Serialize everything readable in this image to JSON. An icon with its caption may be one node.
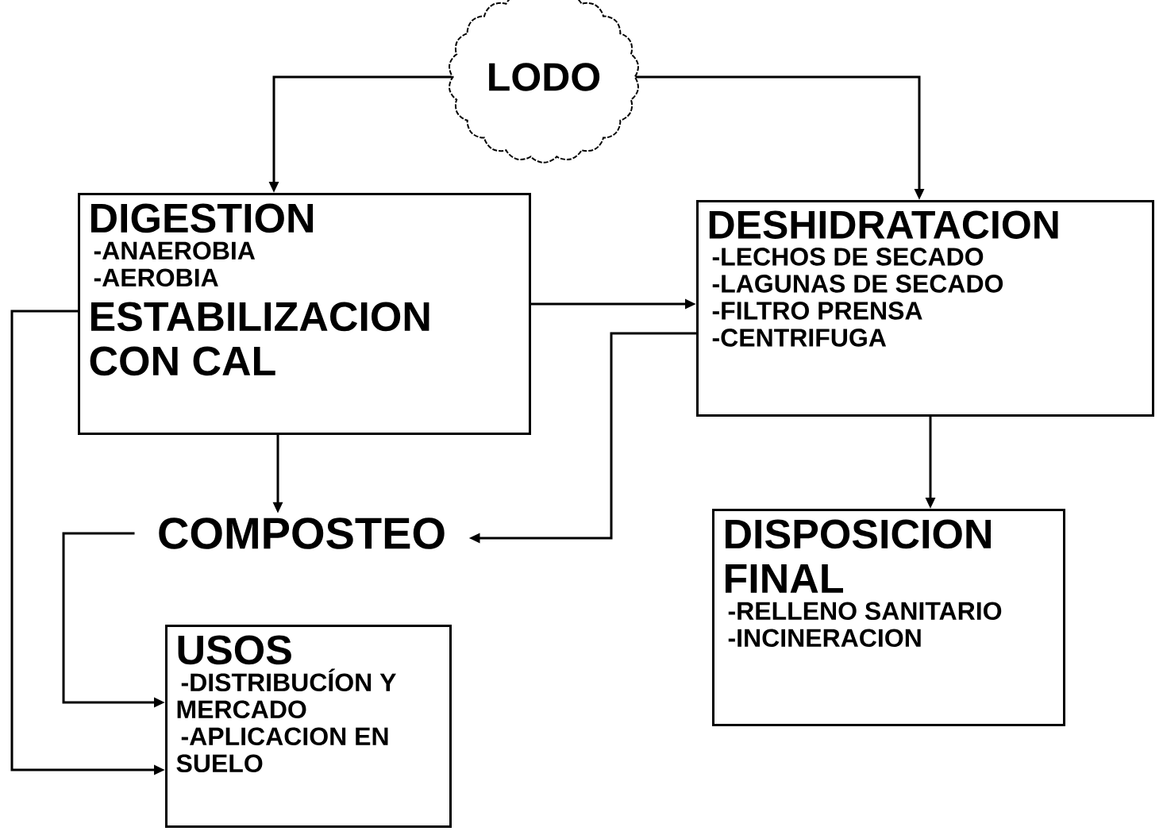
{
  "diagram": {
    "nodes": [
      {
        "text": [
          "LODO"
        ]
      },
      {
        "text": [
          "DIGESTION",
          "-ANAEROBIA",
          "-AEROBIA",
          "ESTABILIZACION CON CAL"
        ]
      },
      {
        "text": [
          "DESHIDRATACION",
          "-LECHOS DE SECADO",
          "-LAGUNAS DE SECADO",
          "-FILTRO PRENSA",
          "-CENTRIFUGA"
        ]
      },
      {
        "text": [
          "COMPOSTEO"
        ]
      },
      {
        "text": [
          "DISPOSICION FINAL",
          "-RELLENO SANITARIO",
          "-INCINERACION"
        ]
      },
      {
        "text": [
          "USOS",
          "-DISTRIBUCÍON Y MERCADO",
          "-APLICACION EN SUELO"
        ]
      }
    ],
    "edges": [
      {
        "from": 0,
        "to": 1,
        "arrow": "to"
      },
      {
        "from": 0,
        "to": 2,
        "arrow": "to"
      },
      {
        "from": 1,
        "to": 2,
        "arrow": "to"
      },
      {
        "from": 1,
        "to": 3,
        "arrow": "to"
      },
      {
        "from": 2,
        "to": 3,
        "arrow": "to"
      },
      {
        "from": 3,
        "to": 5,
        "arrow": "to"
      },
      {
        "from": 1,
        "to": 5,
        "arrow": "to"
      },
      {
        "from": 2,
        "to": 4,
        "arrow": "to"
      }
    ]
  }
}
